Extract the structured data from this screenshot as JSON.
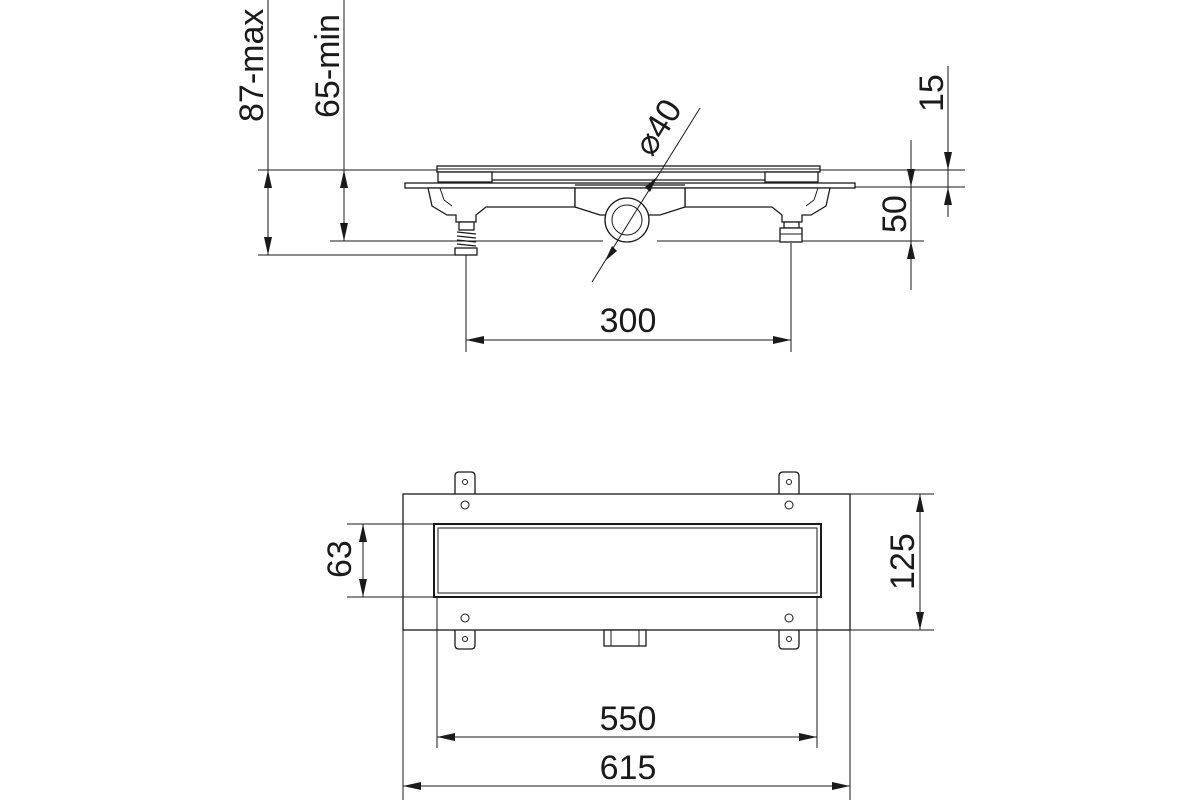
{
  "side_view": {
    "dim_87_max": "87-max",
    "dim_65_min": "65-min",
    "dim_15": "15",
    "dim_50": "50",
    "dim_diameter": "⌀40",
    "dim_300": "300"
  },
  "top_view": {
    "dim_63": "63",
    "dim_125": "125",
    "dim_550": "550",
    "dim_615": "615"
  }
}
